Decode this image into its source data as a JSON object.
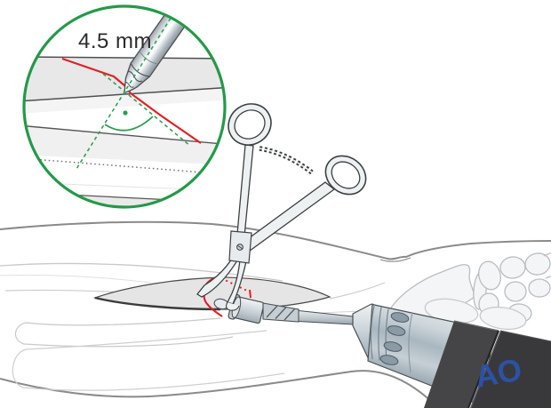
{
  "figure": {
    "type": "surgical-technique-illustration",
    "inset": {
      "label": "4.5 mm",
      "border_color": "#239a47",
      "guide_color": "#2fa154",
      "fracture_color": "#e41f26"
    },
    "main": {
      "fracture_color": "#e41f26",
      "instruments": [
        "hemostat-forceps",
        "power-drill-with-drill-bit"
      ],
      "drill_brand": "AO",
      "drill_brand_color": "#2c51a6",
      "drill_handle_color": "#3a3a3d",
      "drill_body_color": "#cfd8dd",
      "metal_outline_color": "#3c4043",
      "skin_outline_color": "#8a8a8a",
      "bone_outline_color": "#b7bdc1"
    }
  }
}
